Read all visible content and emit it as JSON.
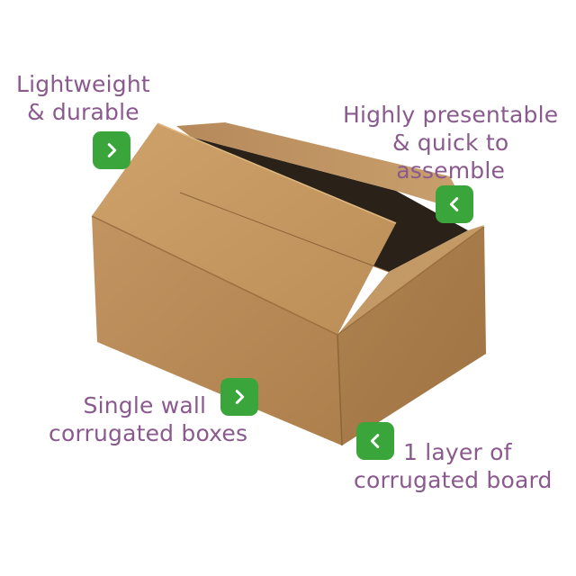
{
  "colors": {
    "label_text": "#8a5a8e",
    "badge_fill": "#3aa53a",
    "badge_glyph": "#ffffff",
    "cardboard_top": "#c79a62",
    "cardboard_front": "#b98b55",
    "cardboard_side": "#a97c49",
    "interior": "#2a2218"
  },
  "illustration": {
    "icon": "cardboard-box-icon"
  },
  "callouts": {
    "top_left": {
      "lines": [
        "Lightweight",
        "& durable"
      ],
      "badge_icon": "chevron-right-icon"
    },
    "top_right": {
      "lines": [
        "Highly presentable",
        "& quick to",
        "assemble"
      ],
      "badge_icon": "chevron-left-icon"
    },
    "bottom_left": {
      "lines": [
        "Single wall",
        "corrugated boxes"
      ],
      "badge_icon": "chevron-right-icon"
    },
    "bottom_right": {
      "lines": [
        "1 layer of",
        "corrugated board"
      ],
      "badge_icon": "chevron-left-icon"
    }
  }
}
